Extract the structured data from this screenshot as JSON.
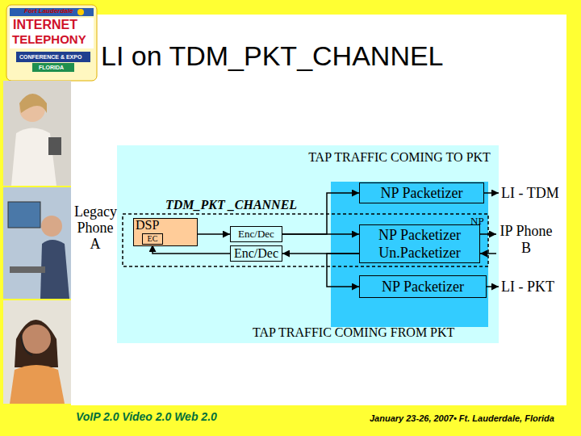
{
  "diagram": {
    "title": "LI on TDM_PKT_CHANNEL",
    "nodes": [
      {
        "text": [
          "Legacy Phone A"
        ]
      },
      {
        "text": [
          "DSP"
        ]
      },
      {
        "text": [
          "EC"
        ],
        "in": 1
      },
      {
        "text": [
          "Enc/Dec"
        ]
      },
      {
        "text": [
          "Enc/Dec"
        ]
      },
      {
        "text": [
          "NP Packetizer"
        ]
      },
      {
        "text": [
          "NP Packetizer",
          "Un.Packetizer"
        ]
      },
      {
        "text": [
          "NP Packetizer"
        ]
      },
      {
        "text": [
          "LI - TDM"
        ]
      },
      {
        "text": [
          "IP Phone B"
        ]
      },
      {
        "text": [
          "LI - PKT"
        ]
      }
    ],
    "edges": [
      {
        "from": 1,
        "to": 3,
        "arrow": "to"
      },
      {
        "from": 3,
        "to": 6,
        "arrow": "to"
      },
      {
        "from": 6,
        "to": 9,
        "arrow": "to"
      },
      {
        "from": 9,
        "to": 6,
        "arrow": "to"
      },
      {
        "from": 6,
        "to": 4,
        "arrow": "to"
      },
      {
        "from": 4,
        "to": 2,
        "arrow": "to"
      },
      {
        "from": 3,
        "to": 5,
        "arrow": "to"
      },
      {
        "from": 6,
        "to": 7,
        "arrow": "to"
      },
      {
        "from": 5,
        "to": 8,
        "arrow": "to"
      },
      {
        "from": 7,
        "to": 10,
        "arrow": "to"
      }
    ],
    "labels": [
      "Fort Lauderdale",
      "INTERNET",
      "TELEPHONY",
      "CONFERENCE & EXPO",
      "FLORIDA",
      "TDM_PKT _CHANNEL",
      "TAP TRAFFIC COMING TO PKT",
      "NP",
      "TAP TRAFFIC COMING FROM PKT",
      "VoIP 2.0 Video 2.0 Web 2.0",
      "January 23-26, 2007• Ft. Lauderdale, Florida"
    ]
  }
}
